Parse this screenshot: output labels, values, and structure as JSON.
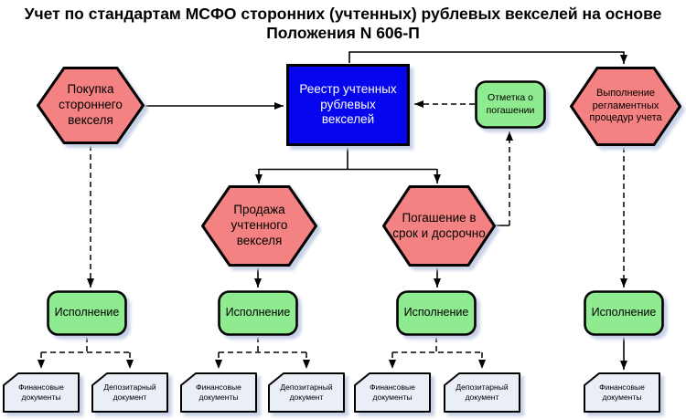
{
  "title": "Учет по стандартам МСФО сторонних (учтенных) рублевых векселей на основе Положения N 606-П",
  "colors": {
    "event": "#F58282",
    "register": "#0505EE",
    "action": "#8FEB8F",
    "document": "#EAEEF7"
  },
  "nodes": {
    "purchase": {
      "label": "Покупка стороннего векселя"
    },
    "register": {
      "label": "Реестр учтенных рублевых векселей"
    },
    "redemption_mark": {
      "label": "Отметка о погашении"
    },
    "regulated_procedures": {
      "label": "Выполнение регламентных процедур учета"
    },
    "sale": {
      "label": "Продажа учтенного векселя"
    },
    "redemption": {
      "label": "Погашение в срок и досрочно"
    },
    "execution_1": {
      "label": "Исполнение"
    },
    "execution_2": {
      "label": "Исполнение"
    },
    "execution_3": {
      "label": "Исполнение"
    },
    "execution_4": {
      "label": "Исполнение"
    }
  },
  "documents": [
    {
      "label": "Финансовые документы"
    },
    {
      "label": "Депозитарный документ"
    },
    {
      "label": "Финансовые документы"
    },
    {
      "label": "Депозитарный документ"
    },
    {
      "label": "Финансовые документы"
    },
    {
      "label": "Депозитарный документ"
    },
    {
      "label": "Финансовые документы"
    }
  ]
}
